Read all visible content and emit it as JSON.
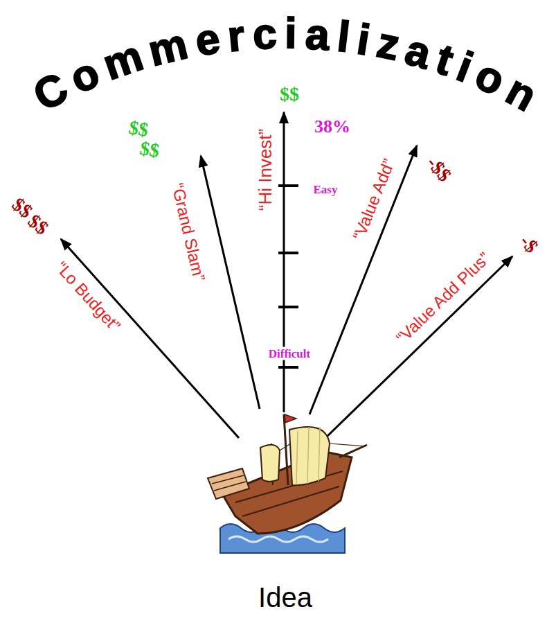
{
  "diagram": {
    "title": "Commercialization",
    "labels": [
      "“Lo Budget”",
      "$$",
      "$$",
      "“Grand Slam”",
      "$$",
      "$$",
      "“Hi Invest”",
      "$$",
      "38%",
      "Easy",
      "Difficult",
      "“Value Add”",
      "-$$",
      "“Value Add Plus”",
      "-$",
      "Idea"
    ]
  }
}
